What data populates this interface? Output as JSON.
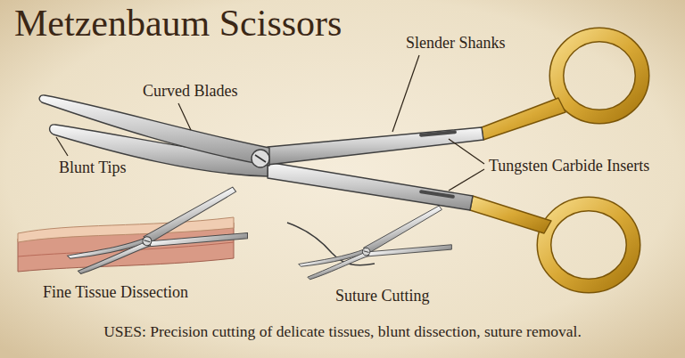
{
  "diagram": {
    "title": "Metzenbaum Scissors",
    "caption": "USES: Precision cutting of delicate tissues, blunt dissection, suture removal.",
    "labels": [
      "Curved Blades",
      "Slender Shanks",
      "Blunt Tips",
      "Tungsten Carbide Inserts",
      "Fine Tissue Dissection",
      "Suture Cutting"
    ]
  }
}
